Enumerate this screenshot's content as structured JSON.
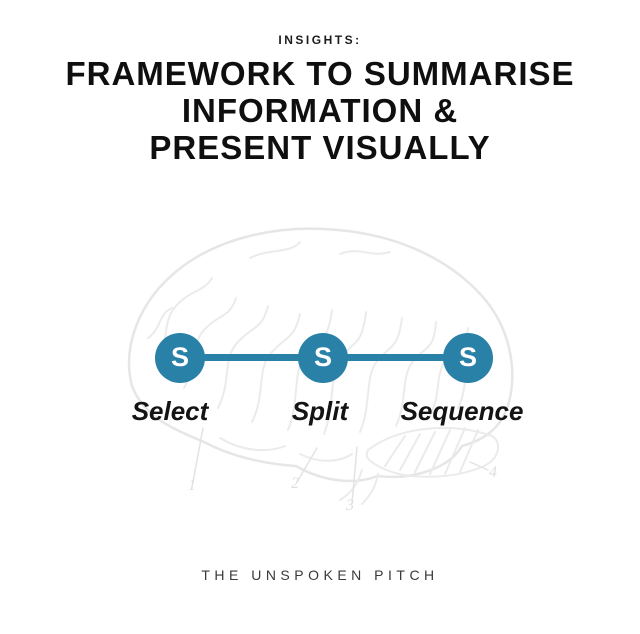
{
  "header": {
    "eyebrow": "INSIGHTS:",
    "title_lines": [
      "FRAMEWORK TO SUMMARISE",
      "INFORMATION &",
      "PRESENT VISUALLY"
    ]
  },
  "diagram": {
    "nodes": [
      {
        "letter": "S",
        "label": "Select"
      },
      {
        "letter": "S",
        "label": "Split"
      },
      {
        "letter": "S",
        "label": "Sequence"
      }
    ],
    "colors": {
      "node_fill": "#2a81a8",
      "node_letter": "#ffffff",
      "connector": "#2a81a8",
      "label_text": "#141414"
    }
  },
  "brain": {
    "callouts": [
      "1",
      "2",
      "3",
      "4"
    ],
    "line_color": "#ebebeb"
  },
  "footer": {
    "brand": "THE UNSPOKEN PITCH"
  }
}
